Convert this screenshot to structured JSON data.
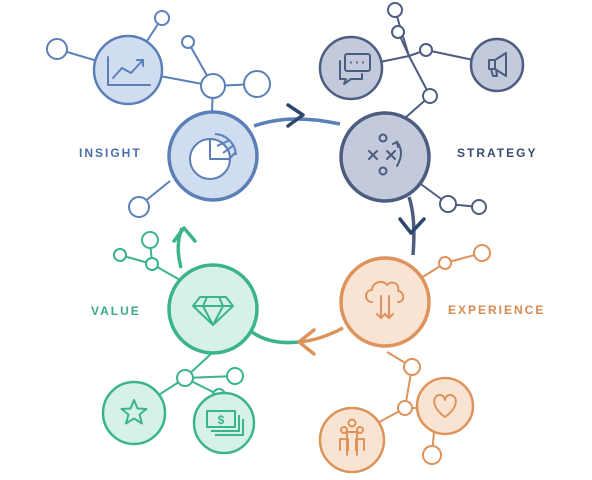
{
  "labels": {
    "insight": "INSIGHT",
    "strategy": "STRATEGY",
    "value": "VALUE",
    "experience": "EXPERIENCE"
  },
  "card_glyph": "$",
  "colors": {
    "insight": "#5b80b8",
    "insight_fill": "#d0dcf0",
    "insight_text": "#4a6fa8",
    "strategy": "#4d5d80",
    "strategy_fill": "#c2cadb",
    "strategy_text": "#3a4a6e",
    "strategy_arrow": "#2d4770",
    "value": "#3bb48d",
    "value_fill": "#d6f1e6",
    "value_text": "#3aa887",
    "experience": "#dd935b",
    "experience_fill": "#f9e4d3",
    "experience_text": "#d98a4f"
  }
}
